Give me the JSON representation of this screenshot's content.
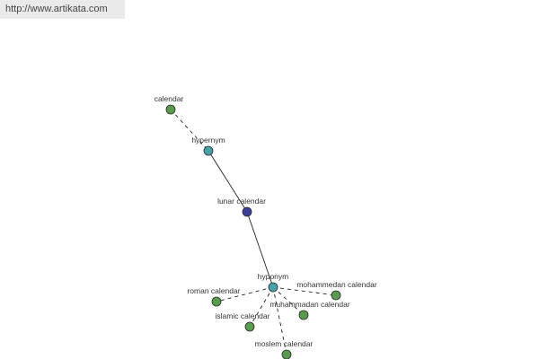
{
  "banner": {
    "url_text": "http://www.artikata.com"
  },
  "colors": {
    "leaf": "#5a9a4e",
    "relation": "#4aa0a8",
    "root": "#3a3f9a",
    "edge": "#222222"
  },
  "graph": {
    "nodes": [
      {
        "id": "calendar",
        "label": "calendar",
        "kind": "leaf"
      },
      {
        "id": "hypernym",
        "label": "hypernym",
        "kind": "relation"
      },
      {
        "id": "lunar-calendar",
        "label": "lunar calendar",
        "kind": "root"
      },
      {
        "id": "hyponym",
        "label": "hyponym",
        "kind": "relation"
      },
      {
        "id": "roman-calendar",
        "label": "roman calendar",
        "kind": "leaf"
      },
      {
        "id": "mohammedan-calendar-1",
        "label": "mohammedan calendar",
        "kind": "leaf"
      },
      {
        "id": "muhammadan-calendar",
        "label": "muhammadan calendar",
        "kind": "leaf"
      },
      {
        "id": "islamic-calendar",
        "label": "islamic calendar",
        "kind": "leaf"
      },
      {
        "id": "moslem-calendar",
        "label": "moslem calendar",
        "kind": "leaf"
      }
    ],
    "edges": [
      {
        "from": "calendar",
        "to": "hypernym",
        "style": "dashed"
      },
      {
        "from": "hypernym",
        "to": "lunar-calendar",
        "style": "solid"
      },
      {
        "from": "lunar-calendar",
        "to": "hyponym",
        "style": "solid"
      },
      {
        "from": "hyponym",
        "to": "roman-calendar",
        "style": "dashed"
      },
      {
        "from": "hyponym",
        "to": "mohammedan-calendar-1",
        "style": "dashed"
      },
      {
        "from": "hyponym",
        "to": "muhammadan-calendar",
        "style": "dashed"
      },
      {
        "from": "hyponym",
        "to": "islamic-calendar",
        "style": "dashed"
      },
      {
        "from": "hyponym",
        "to": "moslem-calendar",
        "style": "dashed"
      }
    ]
  }
}
